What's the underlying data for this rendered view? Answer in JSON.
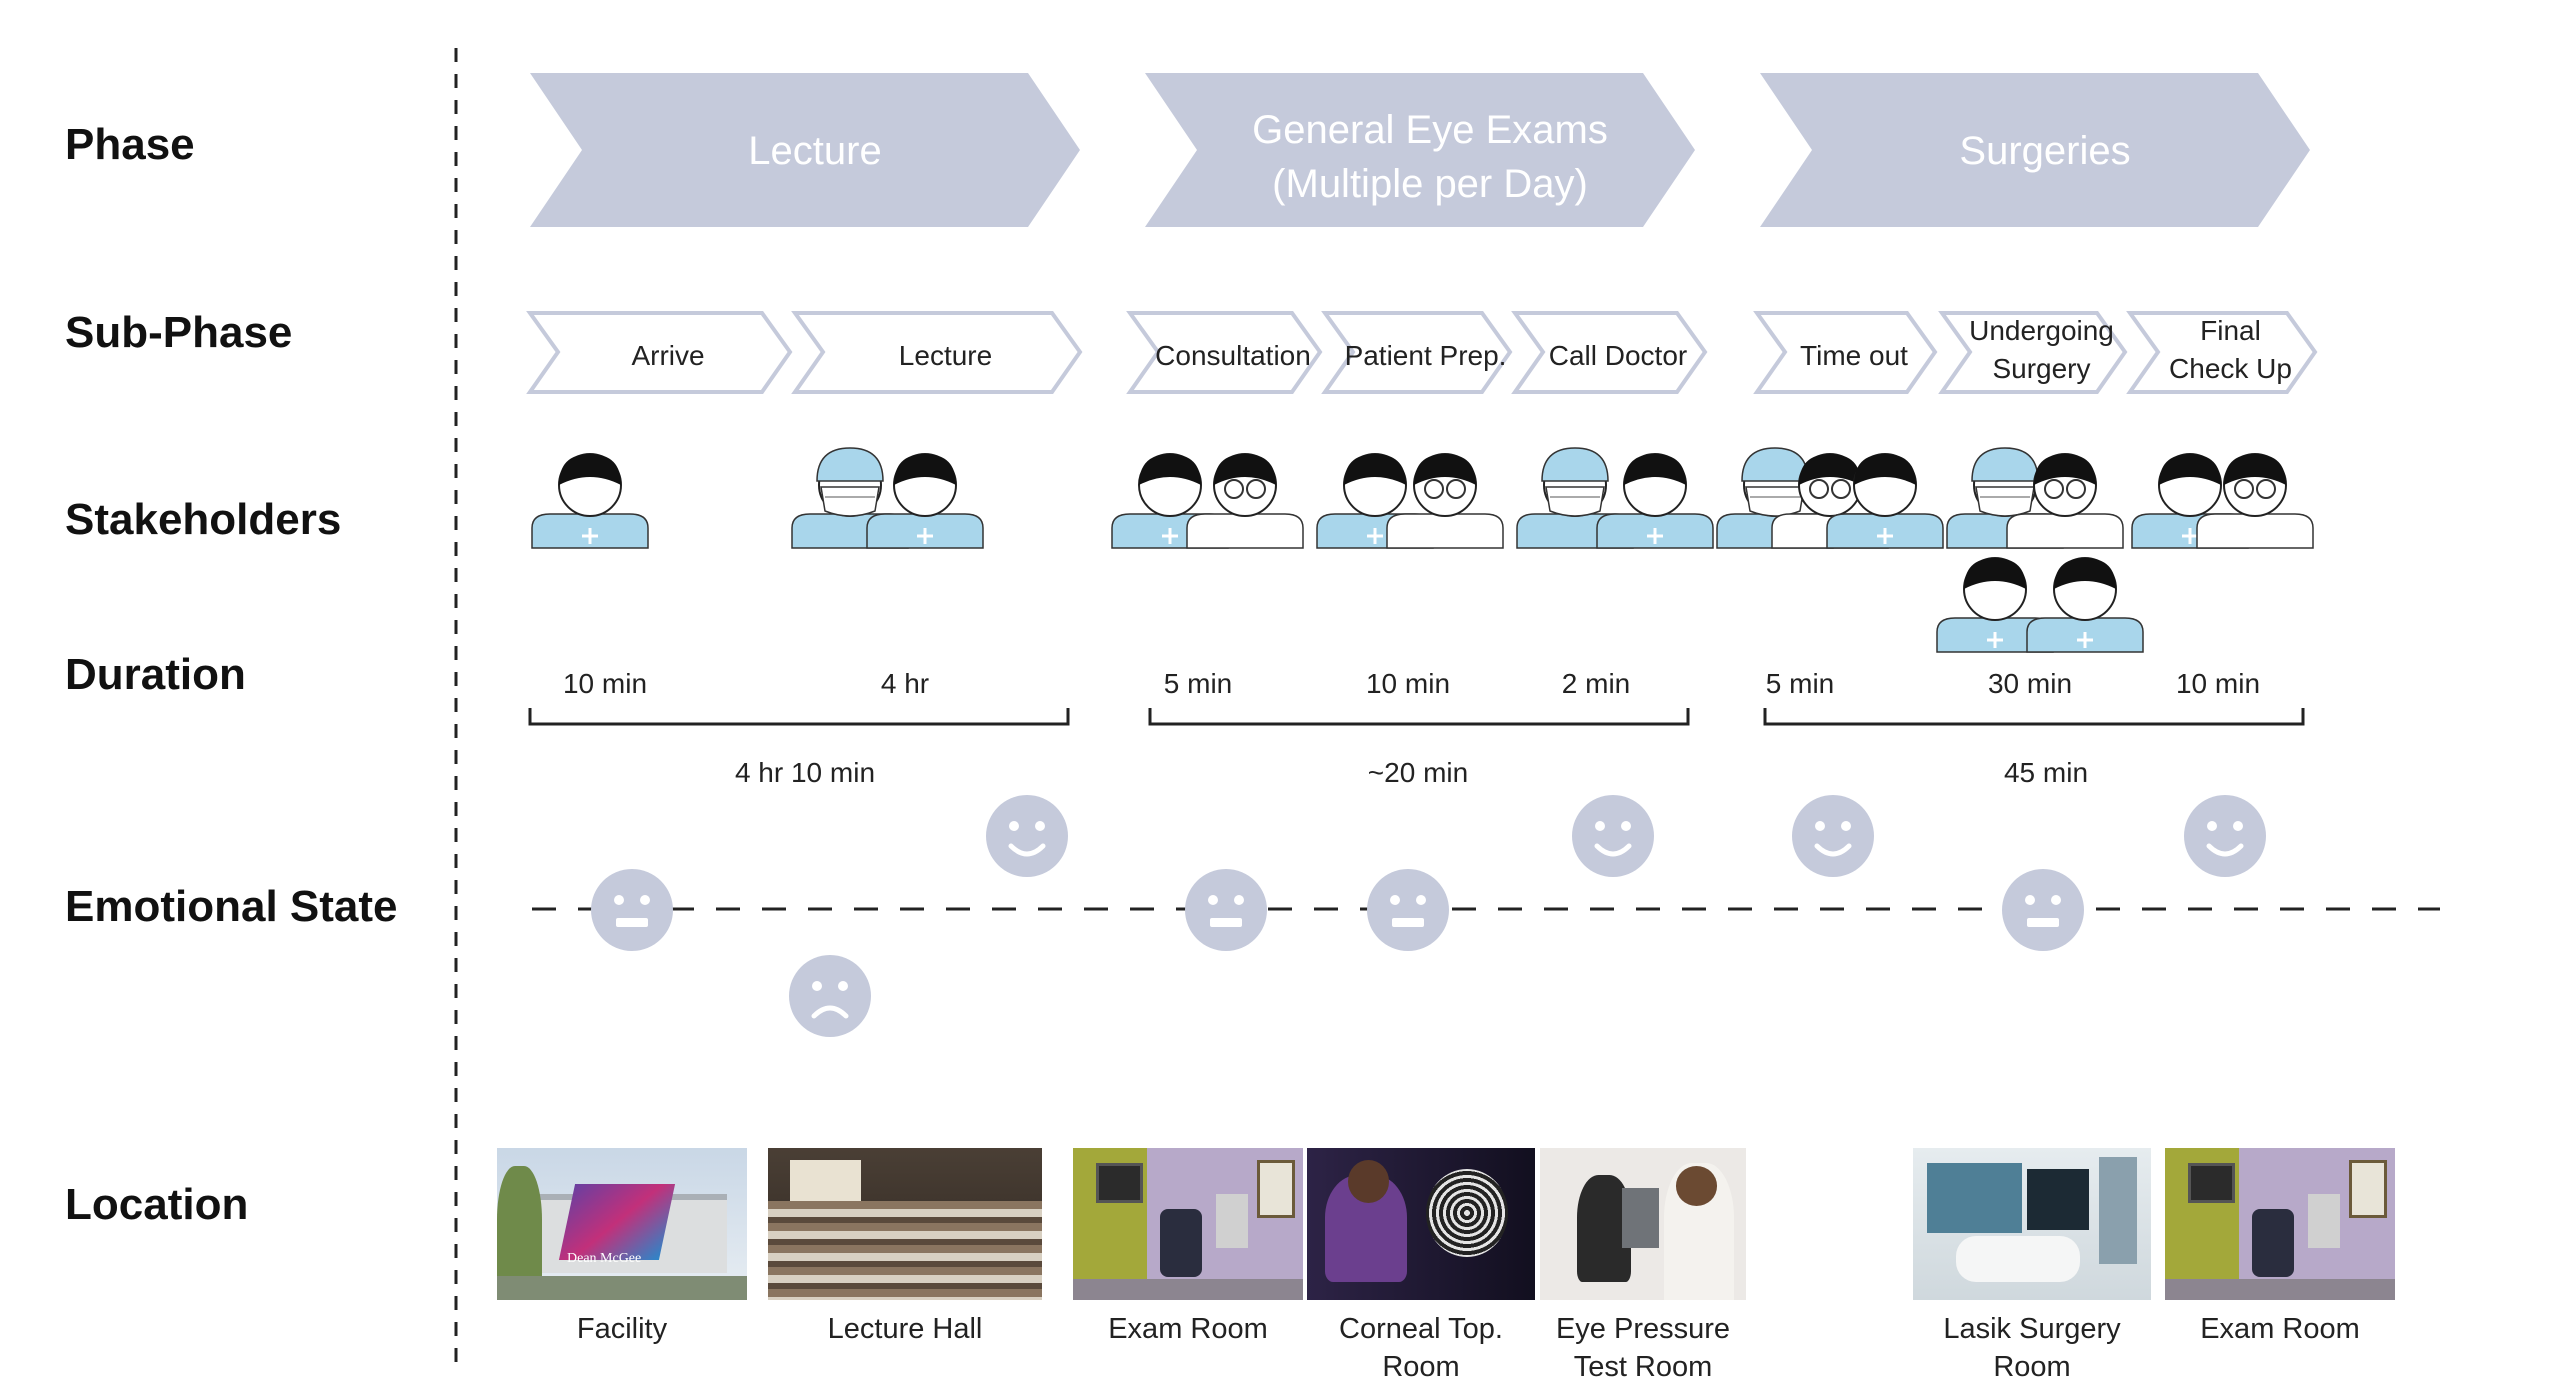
{
  "rows": {
    "phase": "Phase",
    "subphase": "Sub-Phase",
    "stakeholders": "Stakeholders",
    "duration": "Duration",
    "emotional": "Emotional State",
    "location": "Location"
  },
  "phases": [
    {
      "lines": [
        "Lecture"
      ]
    },
    {
      "lines": [
        "General Eye Exams",
        "(Multiple per Day)"
      ]
    },
    {
      "lines": [
        "Surgeries"
      ]
    }
  ],
  "subphases": [
    {
      "lines": [
        "Arrive"
      ]
    },
    {
      "lines": [
        "Lecture"
      ]
    },
    {
      "lines": [
        "Consultation"
      ]
    },
    {
      "lines": [
        "Patient Prep."
      ]
    },
    {
      "lines": [
        "Call Doctor"
      ]
    },
    {
      "lines": [
        "Time out"
      ]
    },
    {
      "lines": [
        "Undergoing",
        "Surgery"
      ]
    },
    {
      "lines": [
        "Final",
        "Check Up"
      ]
    }
  ],
  "stakeholder_groups": [
    [
      "nurse"
    ],
    [
      "surgeon",
      "nurse"
    ],
    [
      "nurse",
      "patient"
    ],
    [
      "nurse",
      "patient"
    ],
    [
      "surgeon",
      "nurse"
    ],
    [
      "surgeon",
      "patient",
      "nurse"
    ],
    [
      "surgeon",
      "patient",
      "nurse",
      "nurse"
    ],
    [
      "nurse",
      "patient"
    ]
  ],
  "durations": [
    "10 min",
    "4 hr",
    "5 min",
    "10 min",
    "2 min",
    "5 min",
    "30 min",
    "10 min"
  ],
  "totals": [
    "4 hr  10 min",
    "~20 min",
    "45 min"
  ],
  "emotions": [
    "neutral",
    "sad",
    "happy",
    "neutral",
    "neutral",
    "happy",
    "happy",
    "neutral",
    "happy"
  ],
  "locations": [
    {
      "caption": [
        "Facility"
      ],
      "sign": "Dean McGee"
    },
    {
      "caption": [
        "Lecture Hall"
      ]
    },
    {
      "caption": [
        "Exam Room"
      ]
    },
    {
      "caption": [
        "Corneal Top.",
        "Room"
      ]
    },
    {
      "caption": [
        "Eye Pressure",
        "Test Room"
      ]
    },
    {
      "caption": [
        "Lasik Surgery Room"
      ]
    },
    {
      "caption": [
        "Exam Room"
      ]
    }
  ],
  "colors": {
    "phase_fill": "#c5cadb",
    "subphase_stroke": "#c5cadb",
    "scrub_blue": "#a9d6eb",
    "face_fill": "#c5cadb",
    "text": "#222222"
  }
}
